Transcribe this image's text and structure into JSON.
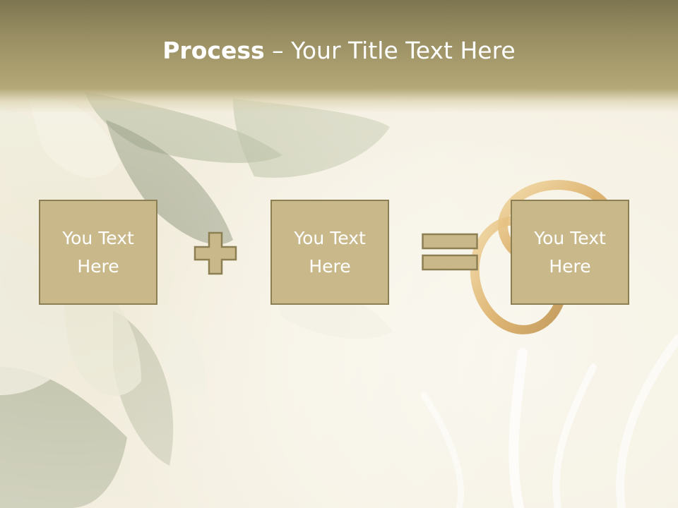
{
  "slide": {
    "title_bold": "Process",
    "title_separator": " – ",
    "title_rest": "Your Title Text Here",
    "boxes": [
      {
        "line1": "You Text",
        "line2": "Here"
      },
      {
        "line1": "You Text",
        "line2": "Here"
      },
      {
        "line1": "You Text",
        "line2": "Here"
      }
    ],
    "operators": [
      "plus-icon",
      "equals-icon"
    ]
  },
  "colors": {
    "header": "#a99d6d",
    "box_fill": "#c9b98a",
    "box_border": "#8c7f54",
    "text": "#ffffff",
    "background": "#f6f2e6"
  }
}
